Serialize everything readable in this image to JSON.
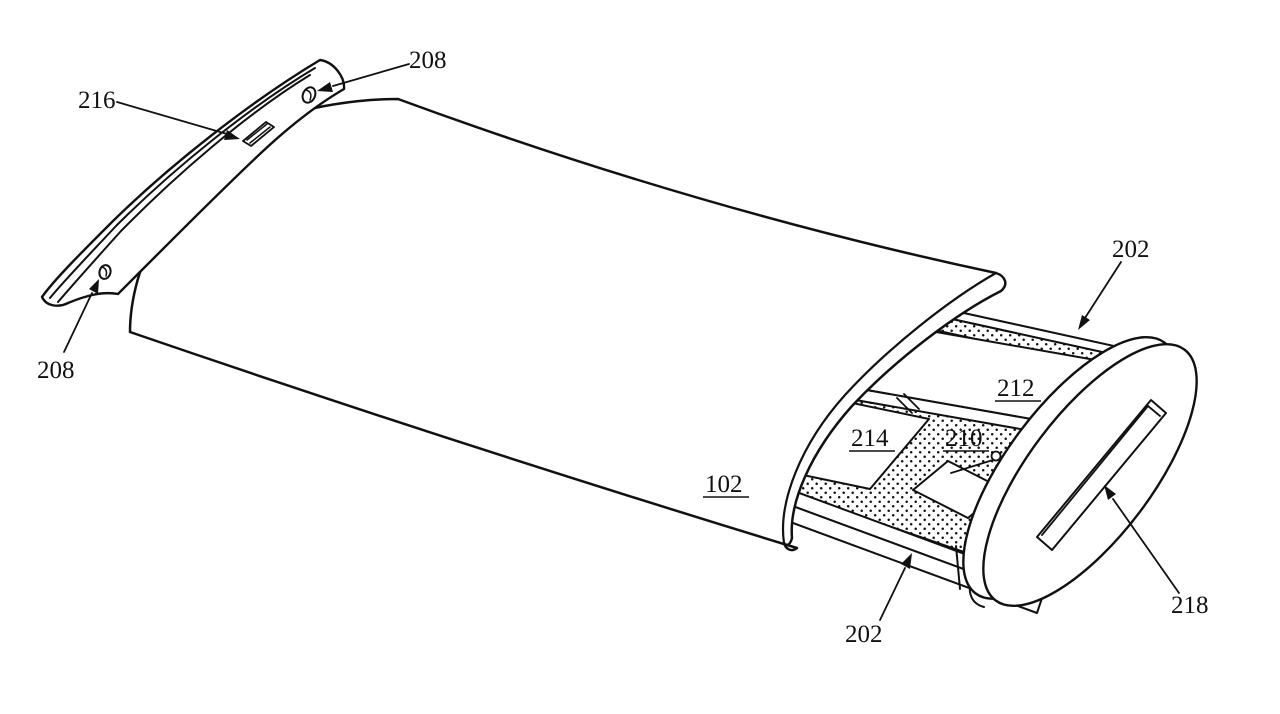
{
  "page": {
    "background_color": "#ffffff",
    "line_color": "#111111",
    "kind": "patent-style perspective line drawing",
    "subject": "tubular device body (102) with removed curved end cap and internal component tray (202) extended from the open end"
  },
  "figure": {
    "labels": {
      "ref_216": {
        "text": "216",
        "underlined": false
      },
      "ref_208_top": {
        "text": "208",
        "underlined": false
      },
      "ref_208_bottom": {
        "text": "208",
        "underlined": false
      },
      "ref_202_top": {
        "text": "202",
        "underlined": false
      },
      "ref_202_bottom": {
        "text": "202",
        "underlined": false
      },
      "ref_212": {
        "text": "212",
        "underlined": true
      },
      "ref_214": {
        "text": "214",
        "underlined": true
      },
      "ref_210": {
        "text": "210",
        "underlined": true
      },
      "ref_102": {
        "text": "102",
        "underlined": true
      },
      "ref_218": {
        "text": "218",
        "underlined": false
      }
    }
  }
}
